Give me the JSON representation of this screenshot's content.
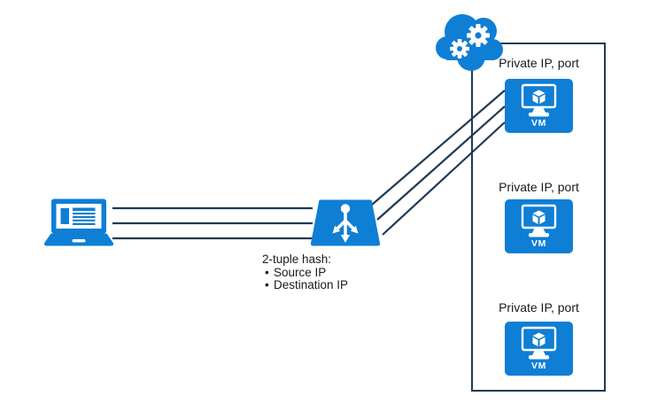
{
  "colors": {
    "azure_blue": "#0f7ed5",
    "dark_navy": "#1f3a54",
    "text": "#1a1a1a",
    "background": "#ffffff"
  },
  "client": {
    "icon": "laptop-icon"
  },
  "load_balancer": {
    "icon": "load-balancer-icon",
    "hash_title": "2-tuple hash:",
    "hash_items": [
      {
        "bullet": "•",
        "text": "Source IP"
      },
      {
        "bullet": "•",
        "text": "Destination IP"
      }
    ]
  },
  "cloud": {
    "icon": "cloud-gears-icon"
  },
  "backend_pool": {
    "vms": [
      {
        "label": "Private IP, port",
        "badge": "VM"
      },
      {
        "label": "Private IP, port",
        "badge": "VM"
      },
      {
        "label": "Private IP, port",
        "badge": "VM"
      }
    ]
  }
}
